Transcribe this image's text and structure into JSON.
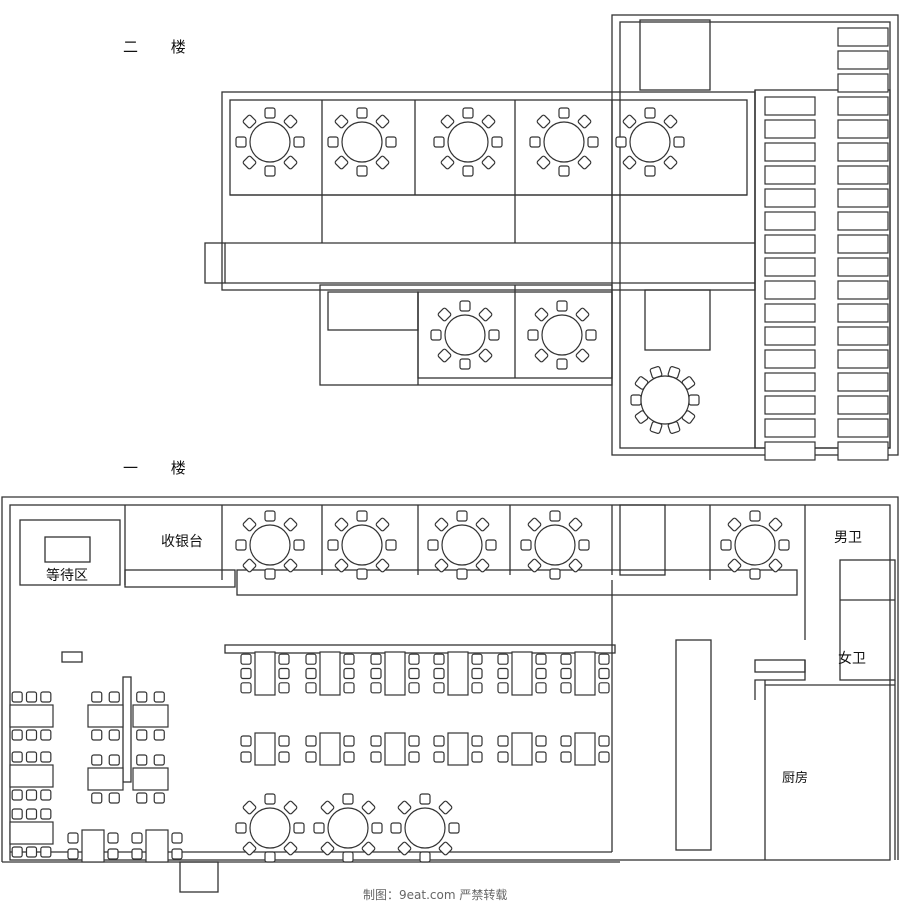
{
  "floors": {
    "second": {
      "title": "二 楼"
    },
    "first": {
      "title": "一 楼"
    }
  },
  "rooms": {
    "cashier": "收银台",
    "waiting": "等待区",
    "mens_restroom": "男卫",
    "womens_restroom": "女卫",
    "kitchen": "厨房"
  },
  "footer": {
    "credit": "制图：9eat.com  严禁转载"
  },
  "colors": {
    "line": "#333333",
    "background": "#ffffff"
  }
}
